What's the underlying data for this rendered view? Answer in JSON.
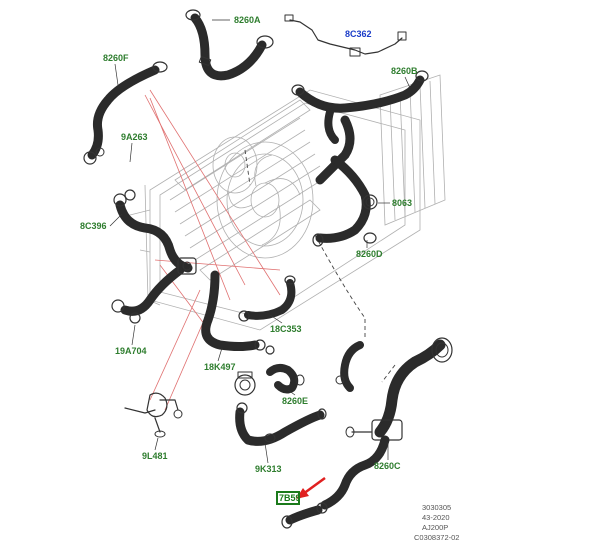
{
  "labels": [
    {
      "id": "8260A",
      "text": "8260A"
    },
    {
      "id": "8C362",
      "text": "8C362"
    },
    {
      "id": "8260F",
      "text": "8260F"
    },
    {
      "id": "8260B",
      "text": "8260B"
    },
    {
      "id": "9A263",
      "text": "9A263"
    },
    {
      "id": "8C396",
      "text": "8C396"
    },
    {
      "id": "8063",
      "text": "8063"
    },
    {
      "id": "8260D",
      "text": "8260D"
    },
    {
      "id": "18C353",
      "text": "18C353"
    },
    {
      "id": "19A704",
      "text": "19A704"
    },
    {
      "id": "18K497",
      "text": "18K497"
    },
    {
      "id": "8260E",
      "text": "8260E"
    },
    {
      "id": "9L481",
      "text": "9L481"
    },
    {
      "id": "9K313",
      "text": "9K313"
    },
    {
      "id": "8260C",
      "text": "8260C"
    },
    {
      "id": "7B59",
      "text": "7B59"
    }
  ],
  "footer": {
    "line1": "3030305",
    "line2": "43-2020",
    "line3": "AJ200P",
    "line4": "C0308372-02"
  },
  "colors": {
    "label_green": "#2e7d2e",
    "label_blue": "#1a3cc8",
    "highlight_box": "#1b7a1b",
    "arrow_red": "#e02020",
    "leader_pink": "#e07070"
  }
}
